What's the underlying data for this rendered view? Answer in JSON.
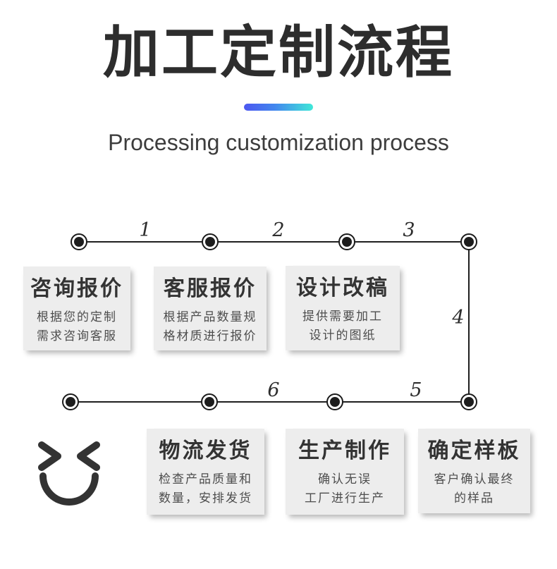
{
  "header": {
    "title": "加工定制流程",
    "subtitle": "Processing customization process",
    "accent_gradient": {
      "from": "#4d57f0",
      "to": "#3fe8d8"
    }
  },
  "flow": {
    "steps": [
      {
        "num": "1",
        "title": "咨询报价",
        "desc": [
          "根据您的定制",
          "需求咨询客服"
        ]
      },
      {
        "num": "2",
        "title": "客服报价",
        "desc": [
          "根据产品数量规",
          "格材质进行报价"
        ]
      },
      {
        "num": "3",
        "title": "设计改稿",
        "desc": [
          "提供需要加工",
          "设计的图纸"
        ]
      },
      {
        "num": "4",
        "title": "确定样板",
        "desc": [
          "客户确认最终",
          "的样品"
        ]
      },
      {
        "num": "5",
        "title": "生产制作",
        "desc": [
          "确认无误",
          "工厂进行生产"
        ]
      },
      {
        "num": "6",
        "title": "物流发货",
        "desc": [
          "检查产品质量和",
          "数量，安排发货"
        ]
      }
    ],
    "end_icon": "winking-smiley-face"
  },
  "colors": {
    "line": "#1f1f1f",
    "node_fill": "#ffffff",
    "node_dot": "#1d1d1d",
    "card_background": "#ededed",
    "title_text": "#2d2d2d",
    "body_text": "#4d4d4d",
    "smiley": "#333333"
  }
}
